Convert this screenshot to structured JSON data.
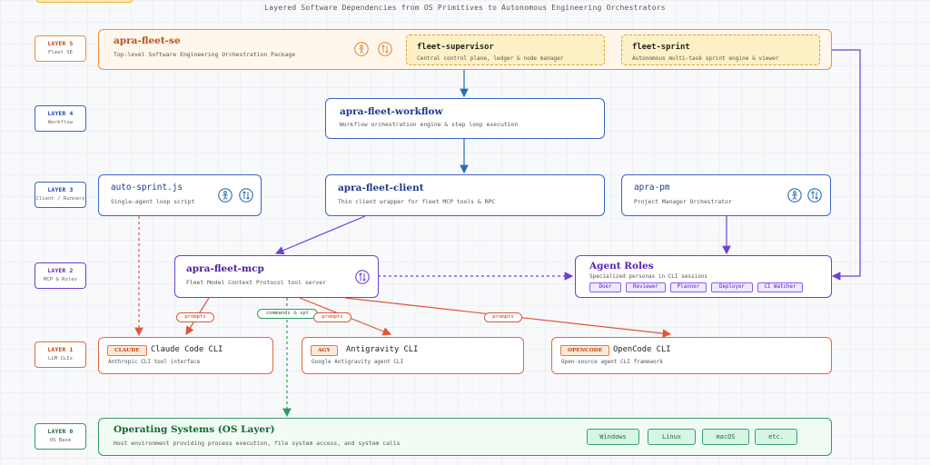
{
  "title": "Layered Software Dependencies from OS Primitives to Autonomous Engineering Orchestrators",
  "colors": {
    "fleet_se": "#f28c38",
    "workflow": "#3b64c8",
    "mcp": "#6d3fd6",
    "llm": "#e8673a",
    "os": "#2f9a63",
    "dashed_red": "#e0563a",
    "dashed_green": "#2f9a63"
  },
  "layers": [
    {
      "name": "LAYER 5",
      "sub": "Fleet SE"
    },
    {
      "name": "LAYER 4",
      "sub": "Workflow"
    },
    {
      "name": "LAYER 3",
      "sub": "Client / Runners"
    },
    {
      "name": "LAYER 2",
      "sub": "MCP & Roles"
    },
    {
      "name": "LAYER 1",
      "sub": "LLM CLIs"
    },
    {
      "name": "LAYER 0",
      "sub": "OS Base"
    }
  ],
  "fleet_se": {
    "title": "apra-fleet-se",
    "desc": "Top-level Software Engineering Orchestration Package",
    "icons": [
      "person-icon",
      "swap-icon"
    ],
    "supervisor": {
      "title": "fleet-supervisor",
      "desc": "Central control plane, ledger & node manager"
    },
    "sprint": {
      "title": "fleet-sprint",
      "desc": "Autonomous multi-task sprint engine & viewer"
    }
  },
  "workflow": {
    "title": "apra-fleet-workflow",
    "desc": "Workflow orchestration engine & step loop execution"
  },
  "auto_sprint": {
    "title": "auto-sprint.js",
    "desc": "Single-agent loop script"
  },
  "client": {
    "title": "apra-fleet-client",
    "desc": "Thin client wrapper for fleet MCP tools & RPC"
  },
  "pm": {
    "title": "apra-pm",
    "desc": "Project Manager Orchestrator"
  },
  "mcp": {
    "title": "apra-fleet-mcp",
    "desc": "Fleet Model Context Protocol tool server"
  },
  "roles": {
    "title": "Agent Roles",
    "desc": "Specialized personas in CLI sessions",
    "items": [
      "Doer",
      "Reviewer",
      "Planner",
      "Deployer",
      "CI Watcher"
    ]
  },
  "clis": [
    {
      "tag": "CLAUDE",
      "title": "Claude Code CLI",
      "desc": "Anthropic CLI tool interface"
    },
    {
      "tag": "AGY",
      "title": "Antigravity CLI",
      "desc": "Google Antigravity agent CLI"
    },
    {
      "tag": "OPENCODE",
      "title": "OpenCode CLI",
      "desc": "Open-source agent CLI framework"
    }
  ],
  "edge_labels": {
    "prompts_1": "prompts",
    "commands": "commands & spt",
    "prompts_2": "prompts",
    "prompts_3": "prompts"
  },
  "os": {
    "title": "Operating Systems (OS Layer)",
    "desc": "Host environment providing process execution, file system access, and system calls",
    "chips": [
      "Windows",
      "Linux",
      "macOS",
      "etc."
    ]
  }
}
